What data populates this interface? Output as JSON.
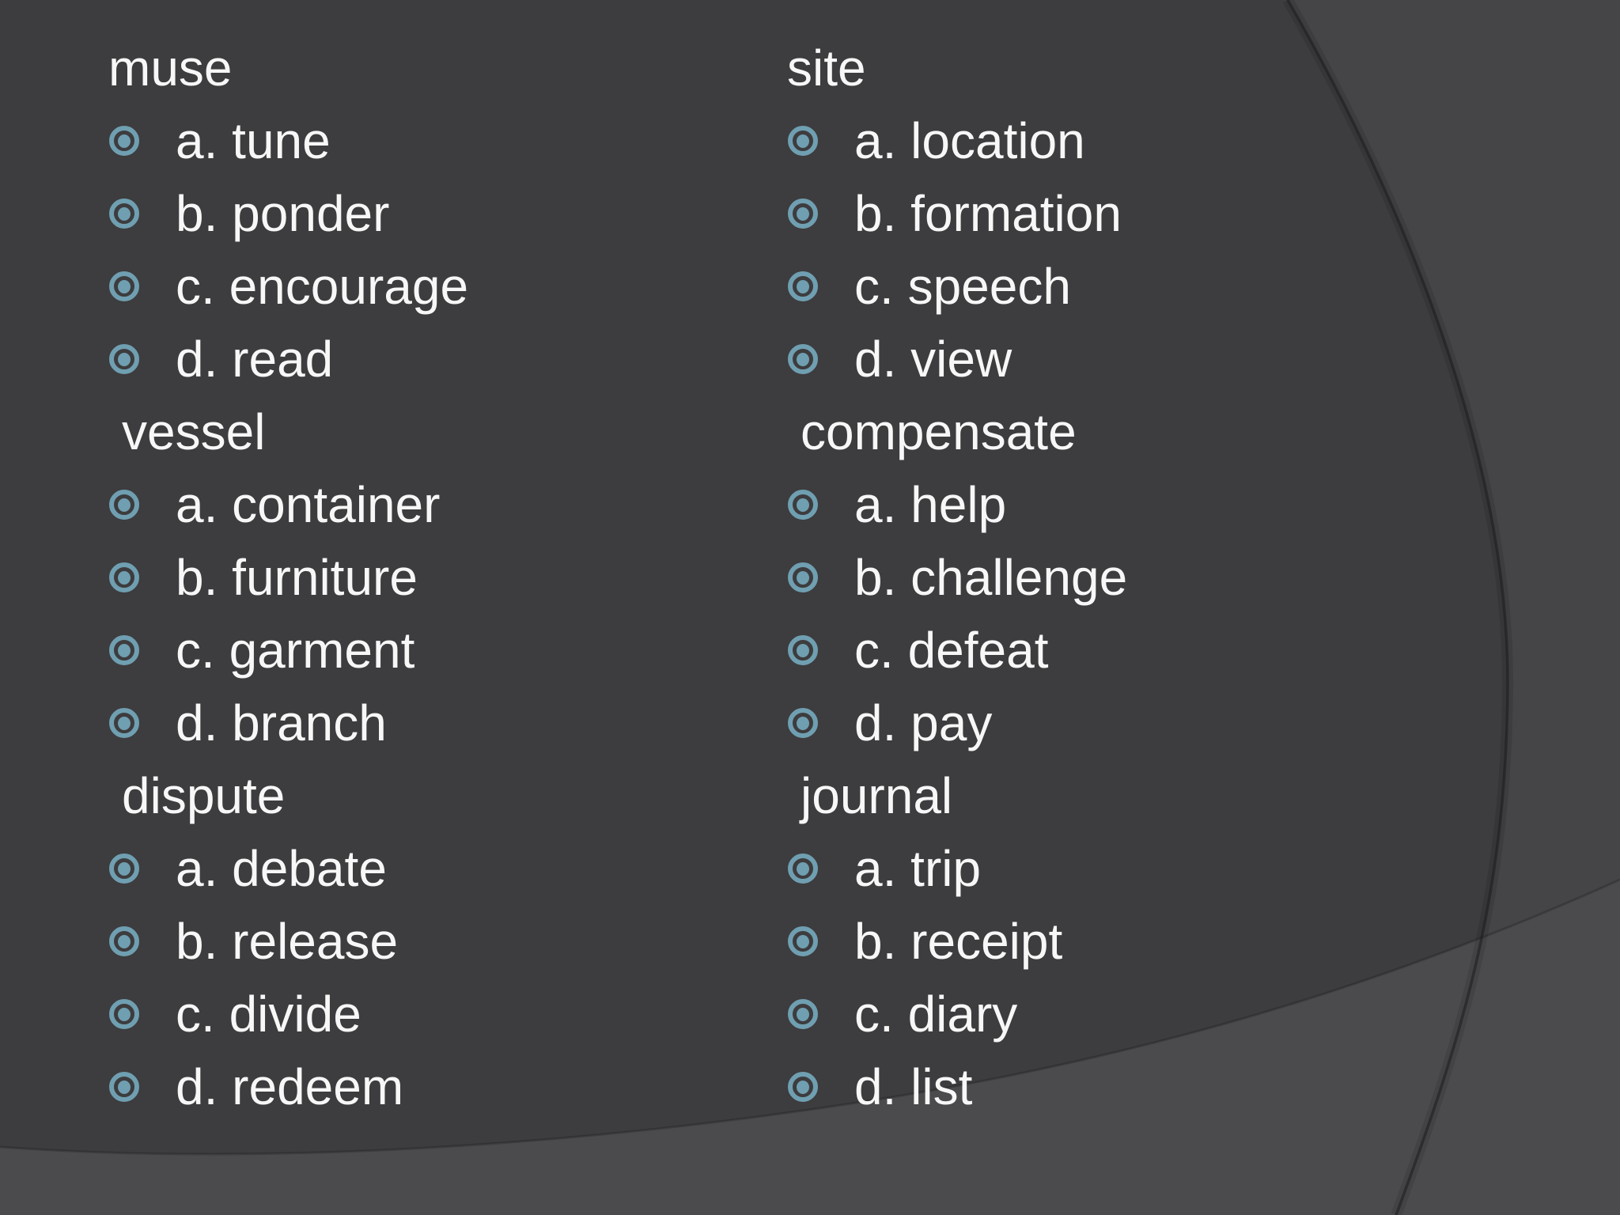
{
  "slide": {
    "type": "vocabulary-multiple-choice-slide",
    "colors": {
      "background": "#3d3c3e",
      "background_arc_region": "#454447",
      "wave_band": "#4b4a4d",
      "bullet": "#6f9fb1",
      "text": "#f7f7f7"
    },
    "icons": {
      "bullet_icon": "double-circle-target ◉"
    },
    "columns": [
      {
        "groups": [
          {
            "word": "muse",
            "options": [
              "a. tune",
              "b. ponder",
              "c. encourage",
              "d. read"
            ]
          },
          {
            "word": "vessel",
            "options": [
              "a. container",
              "b. furniture",
              "c. garment",
              "d. branch"
            ]
          },
          {
            "word": "dispute",
            "options": [
              "a. debate",
              "b. release",
              "c. divide",
              "d. redeem"
            ]
          }
        ]
      },
      {
        "groups": [
          {
            "word": "site",
            "options": [
              "a. location",
              "b. formation",
              "c. speech",
              "d. view"
            ]
          },
          {
            "word": "compensate",
            "options": [
              "a. help",
              "b. challenge",
              "c. defeat",
              "d. pay"
            ]
          },
          {
            "word": "journal",
            "options": [
              "a. trip",
              "b. receipt",
              "c. diary",
              "d. list"
            ]
          }
        ]
      }
    ]
  }
}
